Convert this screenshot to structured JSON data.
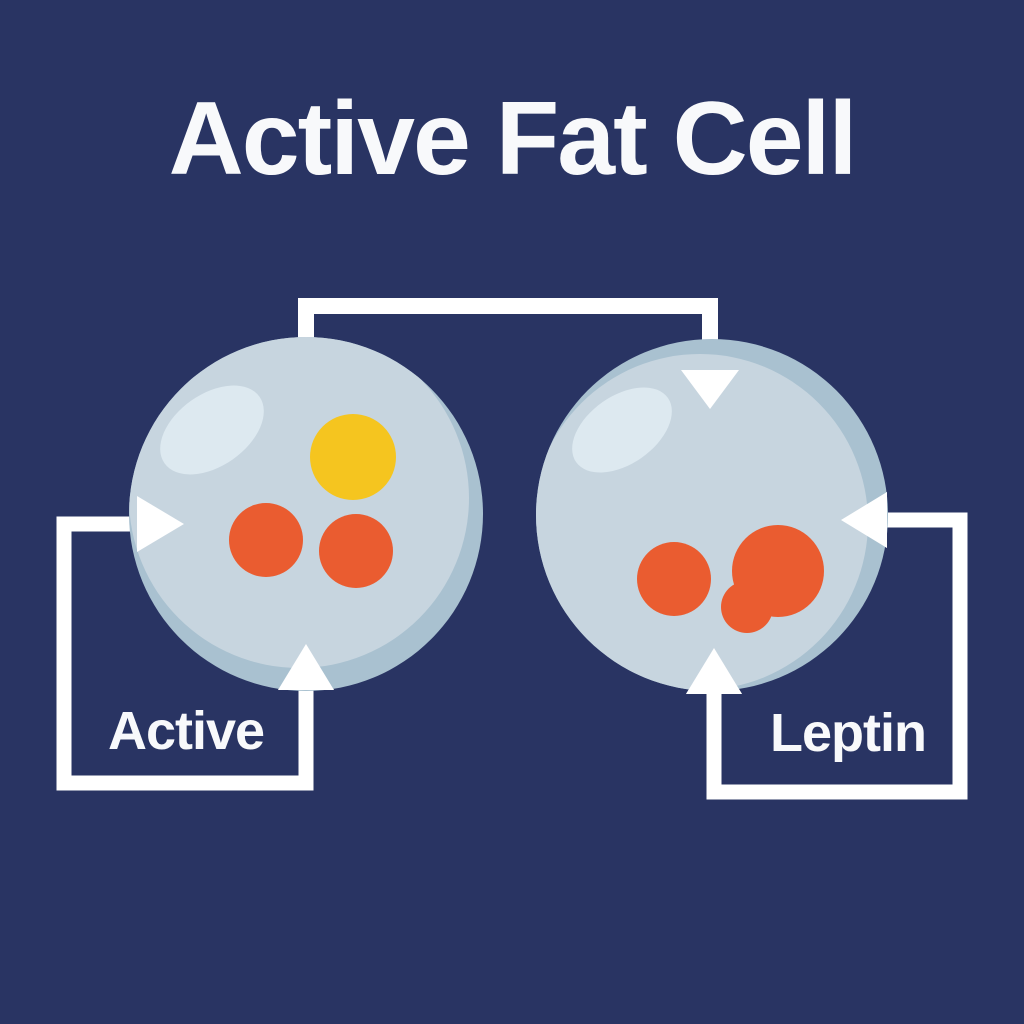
{
  "title": "Active Fat Cell",
  "cells": [
    {
      "id": "left",
      "label": "Active",
      "droplets": [
        "yellow-droplet",
        "orange-droplet",
        "orange-droplet"
      ]
    },
    {
      "id": "right",
      "label": "Leptin",
      "droplets": [
        "orange-droplet",
        "orange-blob-droplet"
      ]
    }
  ],
  "arrows": [
    "top-connector-left-cell-to-right-cell",
    "loop-arrow-into-left-cell",
    "loop-arrow-into-right-cell"
  ],
  "colors": {
    "background": "#293463",
    "cell_shade": "#a9c1d0",
    "cell_body": "#c7d5df",
    "cell_highlight": "#dde9f0",
    "droplet_yellow": "#f5c51f",
    "droplet_orange": "#ea5c30",
    "arrow": "#ffffff",
    "text": "#f8f9fb"
  }
}
